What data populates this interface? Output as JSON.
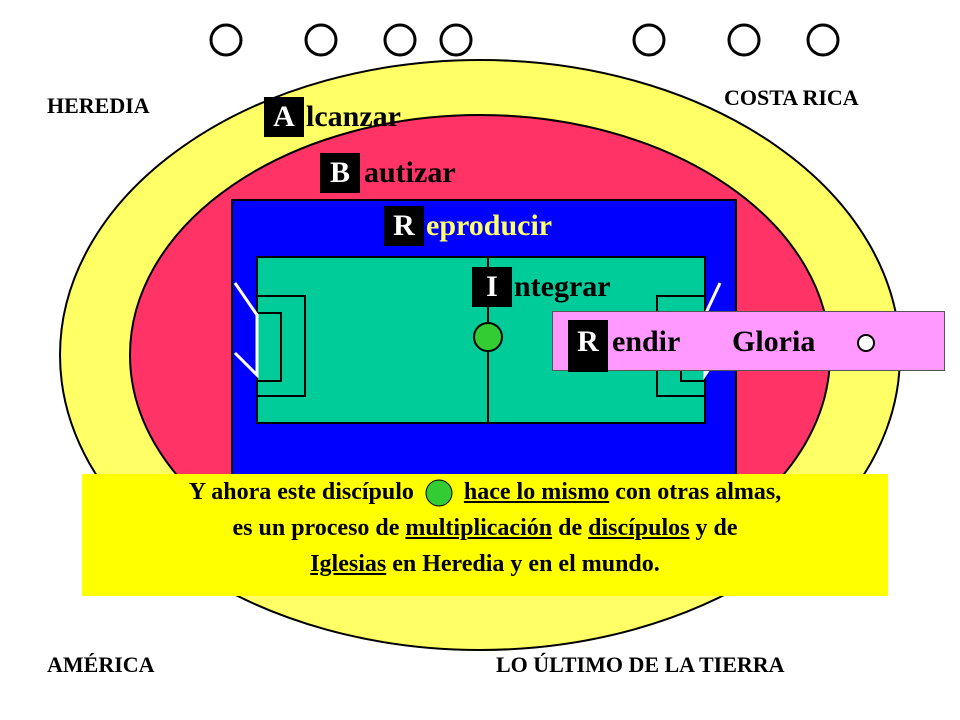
{
  "corners": {
    "top_left": "HEREDIA",
    "top_right": "COSTA RICA",
    "bottom_left": "AMÉRICA",
    "bottom_right": "LO ÚLTIMO DE LA TIERRA"
  },
  "steps": [
    {
      "letter": "A",
      "rest": "lcanzar"
    },
    {
      "letter": "B",
      "rest": "autizar"
    },
    {
      "letter": "R",
      "rest": "eproducir"
    },
    {
      "letter": "I",
      "rest": "ntegrar"
    },
    {
      "letter": "R",
      "rest": "endir"
    }
  ],
  "gloria": "Gloria",
  "caption": {
    "line1_a": "Y ahora este discípulo",
    "line1_b": "hace lo mismo",
    "line1_c": "con otras almas,",
    "line2_a": "es un proceso de",
    "line2_b": "multiplicación",
    "line2_c": "de",
    "line2_d": "discípulos",
    "line2_e": "y de",
    "line3_a": "Iglesias",
    "line3_b": "en Heredia y en el mundo."
  },
  "colors": {
    "outer_ellipse": "#ffff66",
    "middle_ellipse": "#ff3366",
    "blue_field": "#0000ff",
    "green_pitch": "#00cc99",
    "disciple_dot": "#33cc33",
    "rendir_box": "#ff99ff",
    "caption_bg": "#ffff00"
  }
}
